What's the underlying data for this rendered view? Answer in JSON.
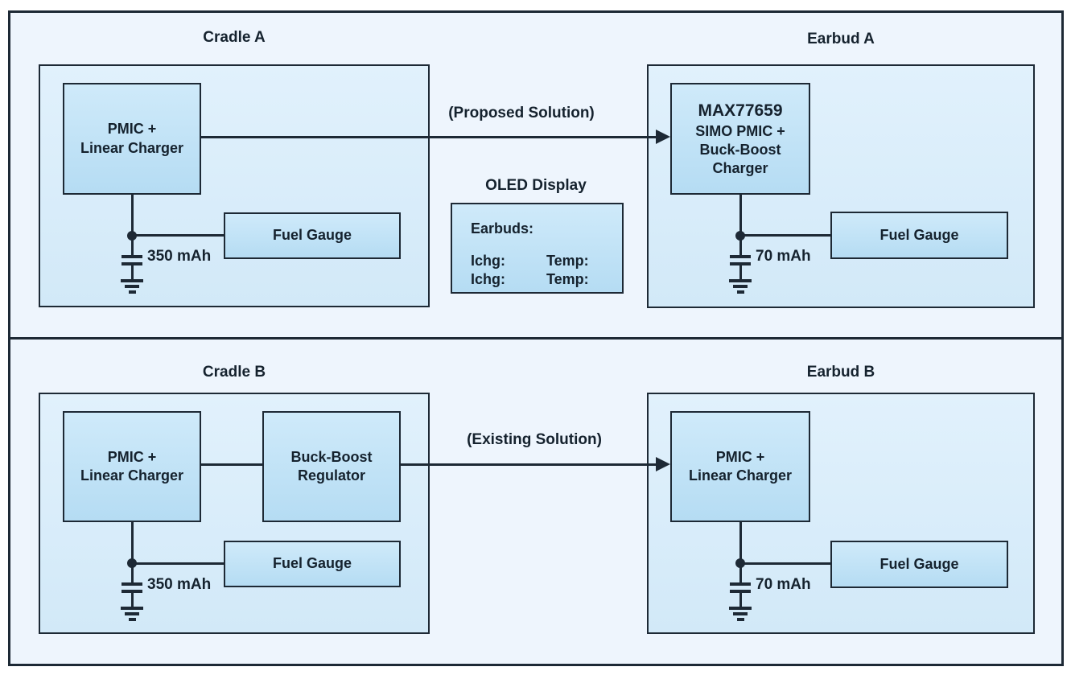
{
  "colors": {
    "line": "#1d2935",
    "section_bg": "#eef5fd",
    "container_fill_top": "#e1f1fc",
    "container_fill_bottom": "#d2e9f8",
    "block_fill_top": "#cfeafa",
    "block_fill_bottom": "#b5dcf3",
    "text": "#15222e"
  },
  "top": {
    "solution": "(Proposed Solution)",
    "cradle": {
      "title": "Cradle A",
      "main_block": {
        "line1": "PMIC +",
        "line2": "Linear Charger"
      },
      "fuel_gauge": "Fuel Gauge",
      "battery": "350 mAh"
    },
    "oled": {
      "title": "OLED Display",
      "header": "Earbuds:",
      "rows": [
        {
          "left": "Ichg:",
          "right": "Temp:"
        },
        {
          "left": "Ichg:",
          "right": "Temp:"
        }
      ]
    },
    "earbud": {
      "title": "Earbud A",
      "main_block": {
        "line1": "MAX77659",
        "line2": "SIMO PMIC +",
        "line3": "Buck-Boost",
        "line4": "Charger"
      },
      "fuel_gauge": "Fuel Gauge",
      "battery": "70 mAh"
    }
  },
  "bottom": {
    "solution": "(Existing Solution)",
    "cradle": {
      "title": "Cradle B",
      "main_block": {
        "line1": "PMIC +",
        "line2": "Linear Charger"
      },
      "regulator_block": {
        "line1": "Buck-Boost",
        "line2": "Regulator"
      },
      "fuel_gauge": "Fuel Gauge",
      "battery": "350 mAh"
    },
    "earbud": {
      "title": "Earbud B",
      "main_block": {
        "line1": "PMIC +",
        "line2": "Linear Charger"
      },
      "fuel_gauge": "Fuel Gauge",
      "battery": "70 mAh"
    }
  }
}
